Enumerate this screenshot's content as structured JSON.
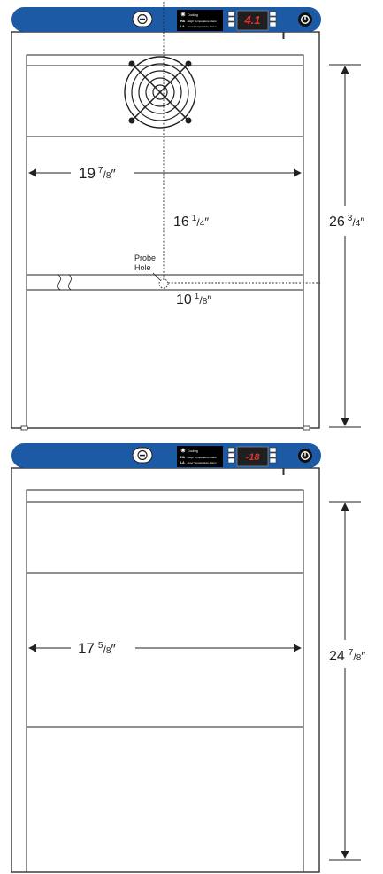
{
  "colors": {
    "panel_blue": "#1d5aa6",
    "display_bg": "#1f1f1f",
    "led_red": "#e03030",
    "line": "#231f20"
  },
  "upper_unit": {
    "legend": {
      "cooling": "Cooling",
      "hi_code": "HA",
      "hi_text": "- High Temperature Alarm",
      "lo_code": "LA",
      "lo_text": "- Low Temperature Alarm"
    },
    "display_value": "4.1",
    "dims": {
      "width": {
        "whole": "19",
        "num": "7",
        "den": "8"
      },
      "height": {
        "whole": "26",
        "num": "3",
        "den": "4"
      },
      "probe_depth": {
        "whole": "16",
        "num": "1",
        "den": "4"
      },
      "probe_offset": {
        "whole": "10",
        "num": "1",
        "den": "8"
      }
    },
    "probe_label_line1": "Probe",
    "probe_label_line2": "Hole"
  },
  "lower_unit": {
    "legend": {
      "cooling": "Cooling",
      "hi_code": "HA",
      "hi_text": "- High Temperature Alarm",
      "lo_code": "LA",
      "lo_text": "- Low Temperature Alarm"
    },
    "display_value": "-18",
    "dims": {
      "width": {
        "whole": "17",
        "num": "5",
        "den": "8"
      },
      "height": {
        "whole": "24",
        "num": "7",
        "den": "8"
      }
    }
  }
}
